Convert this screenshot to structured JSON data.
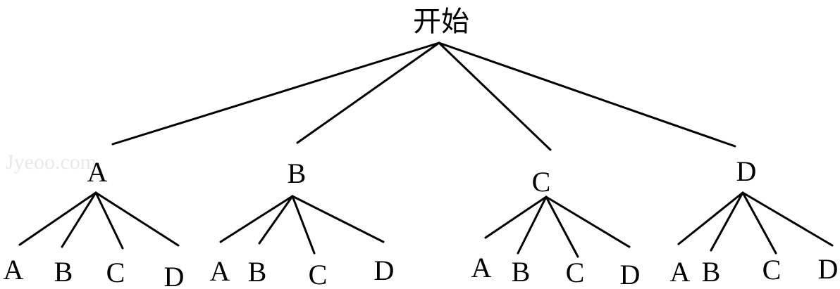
{
  "tree": {
    "root": "开始",
    "watermark": "Jyeoo.com",
    "branches": [
      {
        "label": "A",
        "children": [
          "A",
          "B",
          "C",
          "D"
        ]
      },
      {
        "label": "B",
        "children": [
          "A",
          "B",
          "C",
          "D"
        ]
      },
      {
        "label": "C",
        "children": [
          "A",
          "B",
          "C",
          "D"
        ]
      },
      {
        "label": "D",
        "children": [
          "A",
          "B",
          "C",
          "D"
        ]
      }
    ]
  }
}
